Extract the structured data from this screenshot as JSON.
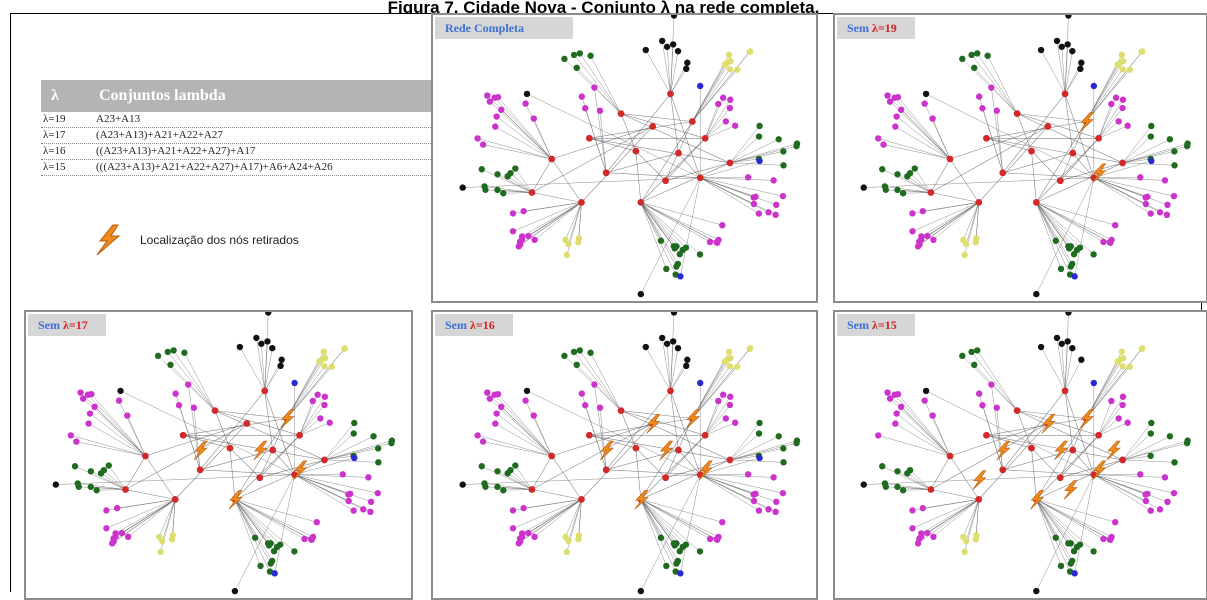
{
  "figure_title": "Figura 7. Cidade Nova - Conjunto λ na rede completa.",
  "lambda_table": {
    "header_symbol": "λ",
    "header_title": "Conjuntos lambda",
    "rows": [
      {
        "lambda": "λ=19",
        "set": "A23+A13"
      },
      {
        "lambda": "λ=17",
        "set": "(A23+A13)+A21+A22+A27"
      },
      {
        "lambda": "λ=16",
        "set": "((A23+A13)+A21+A22+A27)+A17"
      },
      {
        "lambda": "λ=15",
        "set": "(((A23+A13)+A21+A22+A27)+A17)+A6+A24+A26"
      }
    ]
  },
  "legend": {
    "icon": "lightning-icon",
    "label": "Localização dos nós retirados"
  },
  "panels": [
    {
      "id": "full",
      "label": "Rede Completa"
    },
    {
      "id": "l19",
      "label_prefix": "Sem ",
      "label_lambda": "λ=19"
    },
    {
      "id": "l17",
      "label_prefix": "Sem ",
      "label_lambda": "λ=17"
    },
    {
      "id": "l16",
      "label_prefix": "Sem ",
      "label_lambda": "λ=16"
    },
    {
      "id": "l15",
      "label_prefix": "Sem ",
      "label_lambda": "λ=15"
    }
  ],
  "colors": {
    "hub": "#d22a2a",
    "magenta": "#cc33cc",
    "green": "#1f6b1f",
    "yellow": "#dede6e",
    "black": "#111111",
    "blue": "#2a2ad2",
    "removed": "#f08a1e",
    "edge": "#555555"
  }
}
